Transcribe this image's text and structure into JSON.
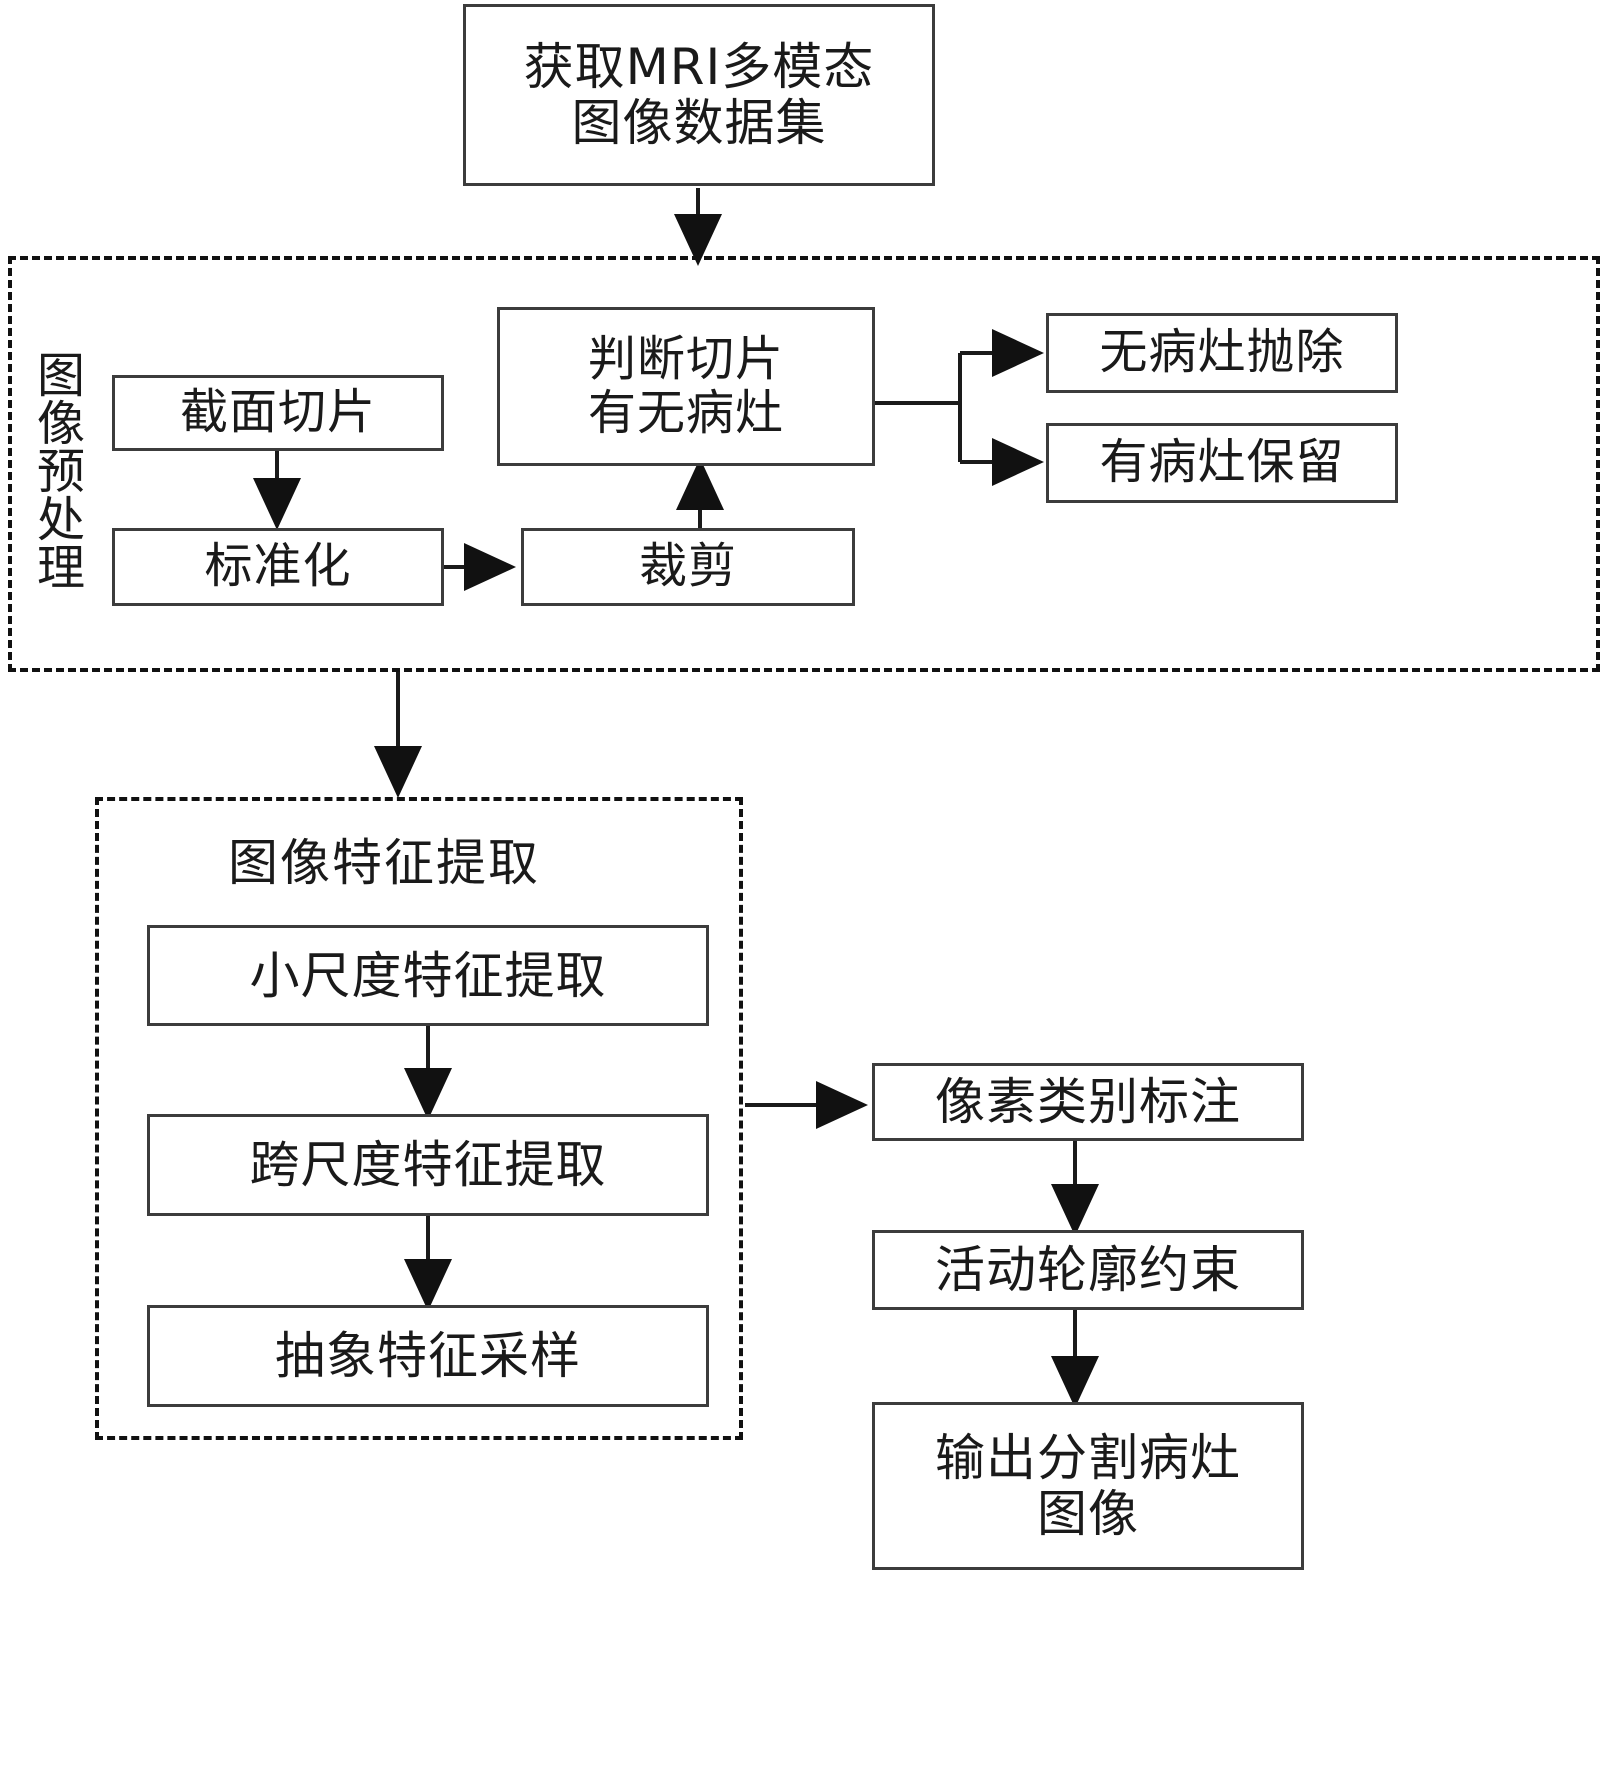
{
  "diagram": {
    "title_box": {
      "line1": "获取MRI多模态",
      "line2": "图像数据集"
    },
    "preprocess_group": {
      "side_label_chars": [
        "图",
        "像",
        "预",
        "处",
        "理"
      ],
      "boxes": {
        "slice": "截面切片",
        "normalize": "标准化",
        "crop": "裁剪",
        "judge_line1": "判断切片",
        "judge_line2": "有无病灶",
        "discard": "无病灶抛除",
        "keep": "有病灶保留"
      }
    },
    "feature_group": {
      "title": "图像特征提取",
      "boxes": {
        "small_scale": "小尺度特征提取",
        "cross_scale": "跨尺度特征提取",
        "abstract_sample": "抽象特征采样"
      }
    },
    "output_chain": {
      "pixel_label": "像素类别标注",
      "active_contour": "活动轮廓约束",
      "output_line1": "输出分割病灶",
      "output_line2": "图像"
    },
    "colors": {
      "box_border": "#3c3c3c",
      "group_border": "#111111",
      "line": "#1a1a1a",
      "text": "#1a1a1a",
      "background": "#ffffff"
    }
  }
}
